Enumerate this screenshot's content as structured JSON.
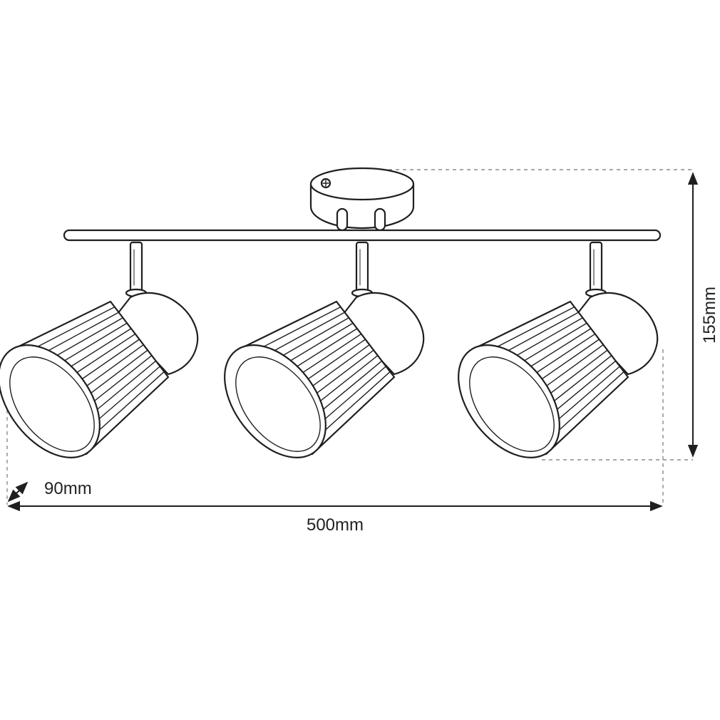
{
  "diagram": {
    "labels": {
      "height": "155mm",
      "depth": "90mm",
      "width": "500mm"
    },
    "spotlight_count": 3,
    "colors": {
      "line": "#1f1f1f",
      "dashed": "#8a8a8a",
      "background": "#ffffff"
    }
  }
}
